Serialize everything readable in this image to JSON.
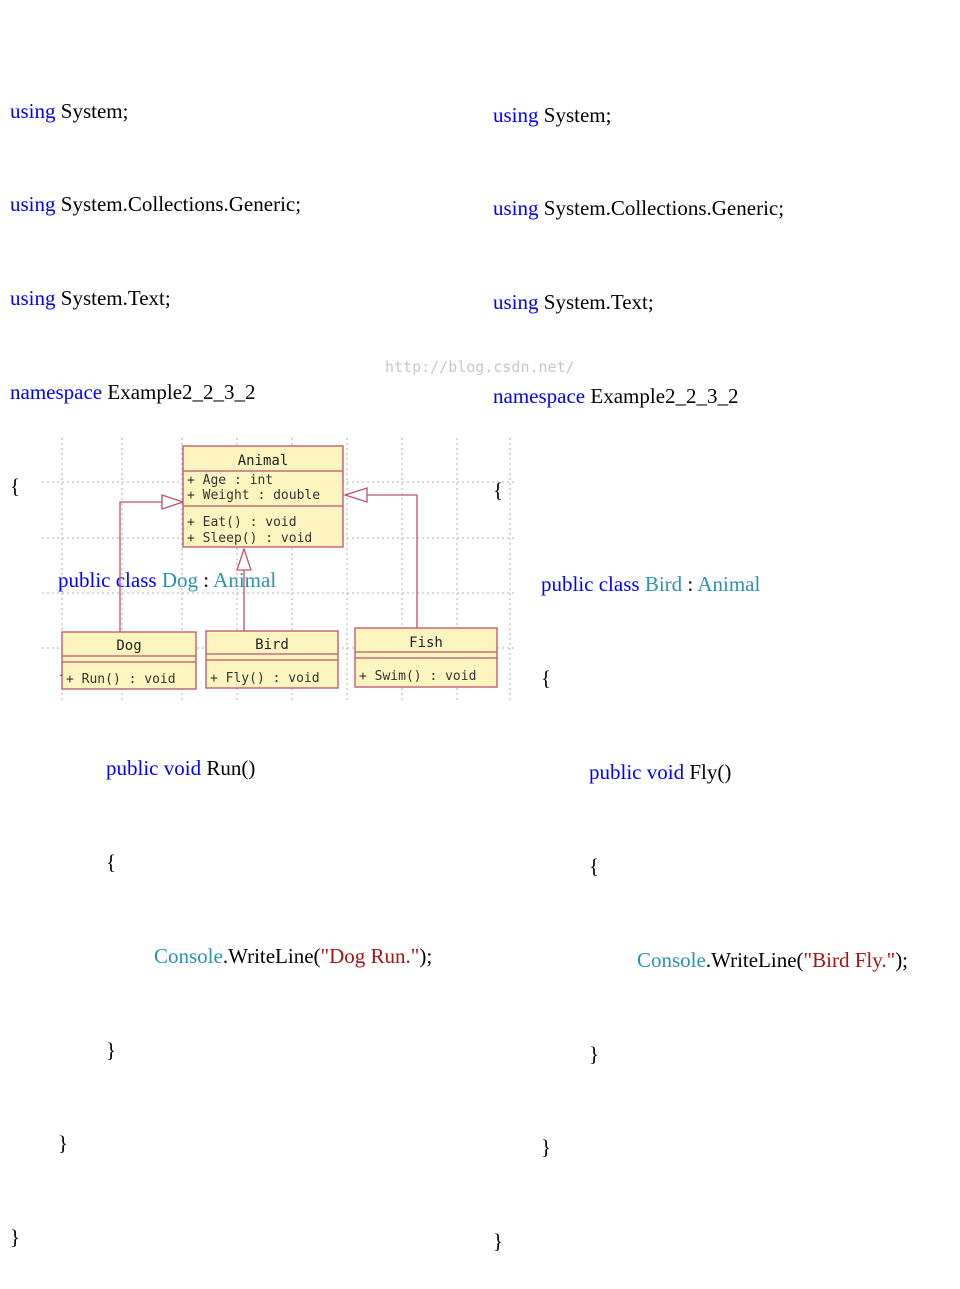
{
  "code_left": {
    "using1": "using",
    "using1_ns": "System;",
    "using2": "using",
    "using2_ns": "System.Collections.Generic;",
    "using3": "using",
    "using3_ns": "System.Text;",
    "ns_kw": "namespace",
    "ns_name": "Example2_2_3_2",
    "brace_open": "{",
    "class_kw": "public class",
    "class_name": "Dog",
    "colon": ":",
    "base_name": "Animal",
    "class_brace_open": "{",
    "method_kw": "public void",
    "method_name": "Run()",
    "method_brace_open": "{",
    "call_type": "Console",
    "call_method": ".WriteLine(",
    "call_string": "\"Dog Run.\"",
    "call_end": ");",
    "method_brace_close": "}",
    "class_brace_close": "}",
    "brace_close": "}"
  },
  "code_right": {
    "using1": "using",
    "using1_ns": "System;",
    "using2": "using",
    "using2_ns": "System.Collections.Generic;",
    "using3": "using",
    "using3_ns": "System.Text;",
    "ns_kw": "namespace",
    "ns_name": "Example2_2_3_2",
    "brace_open": "{",
    "class_kw": "public class",
    "class_name": "Bird",
    "colon": ":",
    "base_name": "Animal",
    "class_brace_open": "{",
    "method_kw": "public void",
    "method_name": "Fly()",
    "method_brace_open": "{",
    "call_type": "Console",
    "call_method": ".WriteLine(",
    "call_string": "\"Bird Fly.\"",
    "call_end": ");",
    "method_brace_close": "}",
    "class_brace_close": "}",
    "brace_close": "}"
  },
  "watermark": "http://blog.csdn.net/",
  "uml": {
    "animal": {
      "name": "Animal",
      "attributes": [
        "+ Age : int",
        "+ Weight : double"
      ],
      "operations": [
        "+ Eat() : void",
        "+ Sleep() : void"
      ]
    },
    "dog": {
      "name": "Dog",
      "operations": [
        "+ Run() : void"
      ]
    },
    "bird": {
      "name": "Bird",
      "operations": [
        "+ Fly() : void"
      ]
    },
    "fish": {
      "name": "Fish",
      "operations": [
        "+ Swim() : void"
      ]
    }
  },
  "colors": {
    "keyword": "#0000ff",
    "type": "#2b91af",
    "string": "#a31515",
    "class_fill": "#fdf5c0",
    "class_border": "#c0506a",
    "grid": "#b0b0b0"
  }
}
